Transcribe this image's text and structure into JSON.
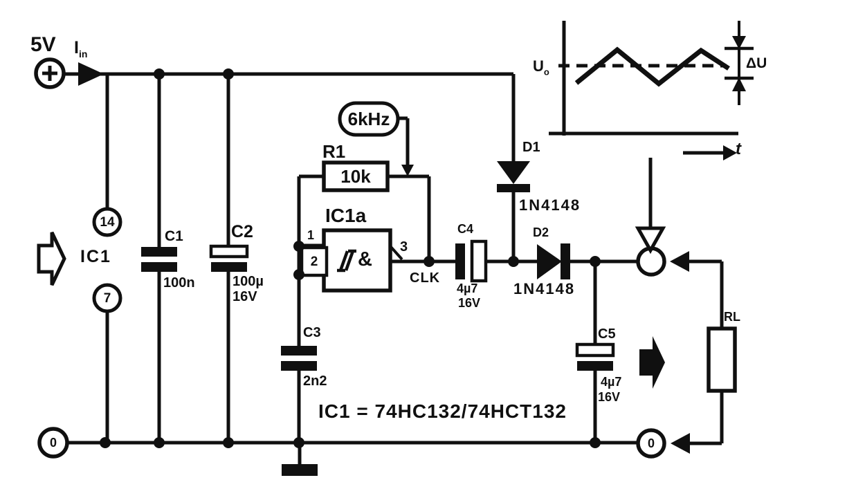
{
  "schematic": {
    "supply": {
      "voltage": "5V",
      "current": "I",
      "current_sub": "in"
    },
    "ic": {
      "ref": "IC1",
      "pin_vcc": "14",
      "pin_gnd": "7",
      "equation": "IC1 = 74HC132/74HCT132"
    },
    "gate": {
      "ref": "IC1a",
      "pin_in1": "1",
      "pin_in2": "2",
      "pin_out": "3",
      "and_symbol": "&",
      "clock_label": "CLK"
    },
    "oscillator": {
      "frequency": "6kHz"
    },
    "capacitors": {
      "c1": {
        "ref": "C1",
        "value": "100n"
      },
      "c2": {
        "ref": "C2",
        "value": "100µ",
        "rating": "16V"
      },
      "c3": {
        "ref": "C3",
        "value": "2n2"
      },
      "c4": {
        "ref": "C4",
        "value": "4µ7",
        "rating": "16V"
      },
      "c5": {
        "ref": "C5",
        "value": "4µ7",
        "rating": "16V"
      }
    },
    "resistors": {
      "r1": {
        "ref": "R1",
        "value": "10k"
      },
      "rl": {
        "ref": "RL"
      }
    },
    "diodes": {
      "d1": {
        "ref": "D1",
        "part": "1N4148"
      },
      "d2": {
        "ref": "D2",
        "part": "1N4148"
      }
    },
    "terminals": {
      "ground_left": "0",
      "ground_right": "0"
    },
    "waveform": {
      "level_label": "U",
      "level_sub": "o",
      "ripple_label": "ΔU",
      "time_label": "t"
    }
  }
}
